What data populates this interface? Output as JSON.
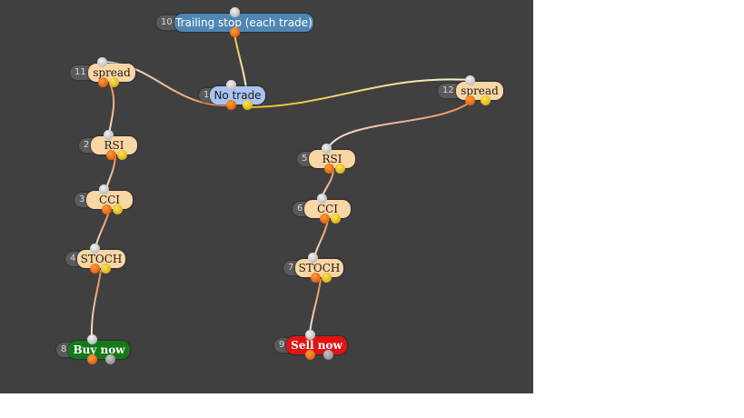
{
  "canvas_background": "#404040",
  "nodes": {
    "trailing": {
      "number": "10",
      "label": "Trailing stop (each trade)"
    },
    "spread_left": {
      "number": "11",
      "label": "spread"
    },
    "no_trade": {
      "number": "1",
      "label": "No trade"
    },
    "spread_right": {
      "number": "12",
      "label": "spread"
    },
    "rsi_left": {
      "number": "2",
      "label": "RSI"
    },
    "cci_left": {
      "number": "3",
      "label": "CCI"
    },
    "stoch_left": {
      "number": "4",
      "label": "STOCH"
    },
    "buy_now": {
      "number": "8",
      "label": "Buy now"
    },
    "rsi_right": {
      "number": "5",
      "label": "RSI"
    },
    "cci_right": {
      "number": "6",
      "label": "CCI"
    },
    "stoch_right": {
      "number": "7",
      "label": "STOCH"
    },
    "sell_now": {
      "number": "9",
      "label": "Sell now"
    }
  },
  "colors": {
    "condition_node": "#fad6a5",
    "no_trade_node": "#a9c4f4",
    "trailing_node": "#4f86b3",
    "buy_node": "#147a18",
    "sell_node": "#e01414",
    "wire_orange": "#f08a4b",
    "wire_yellow": "#f2cf3a",
    "wire_white": "#f0e8e0"
  }
}
